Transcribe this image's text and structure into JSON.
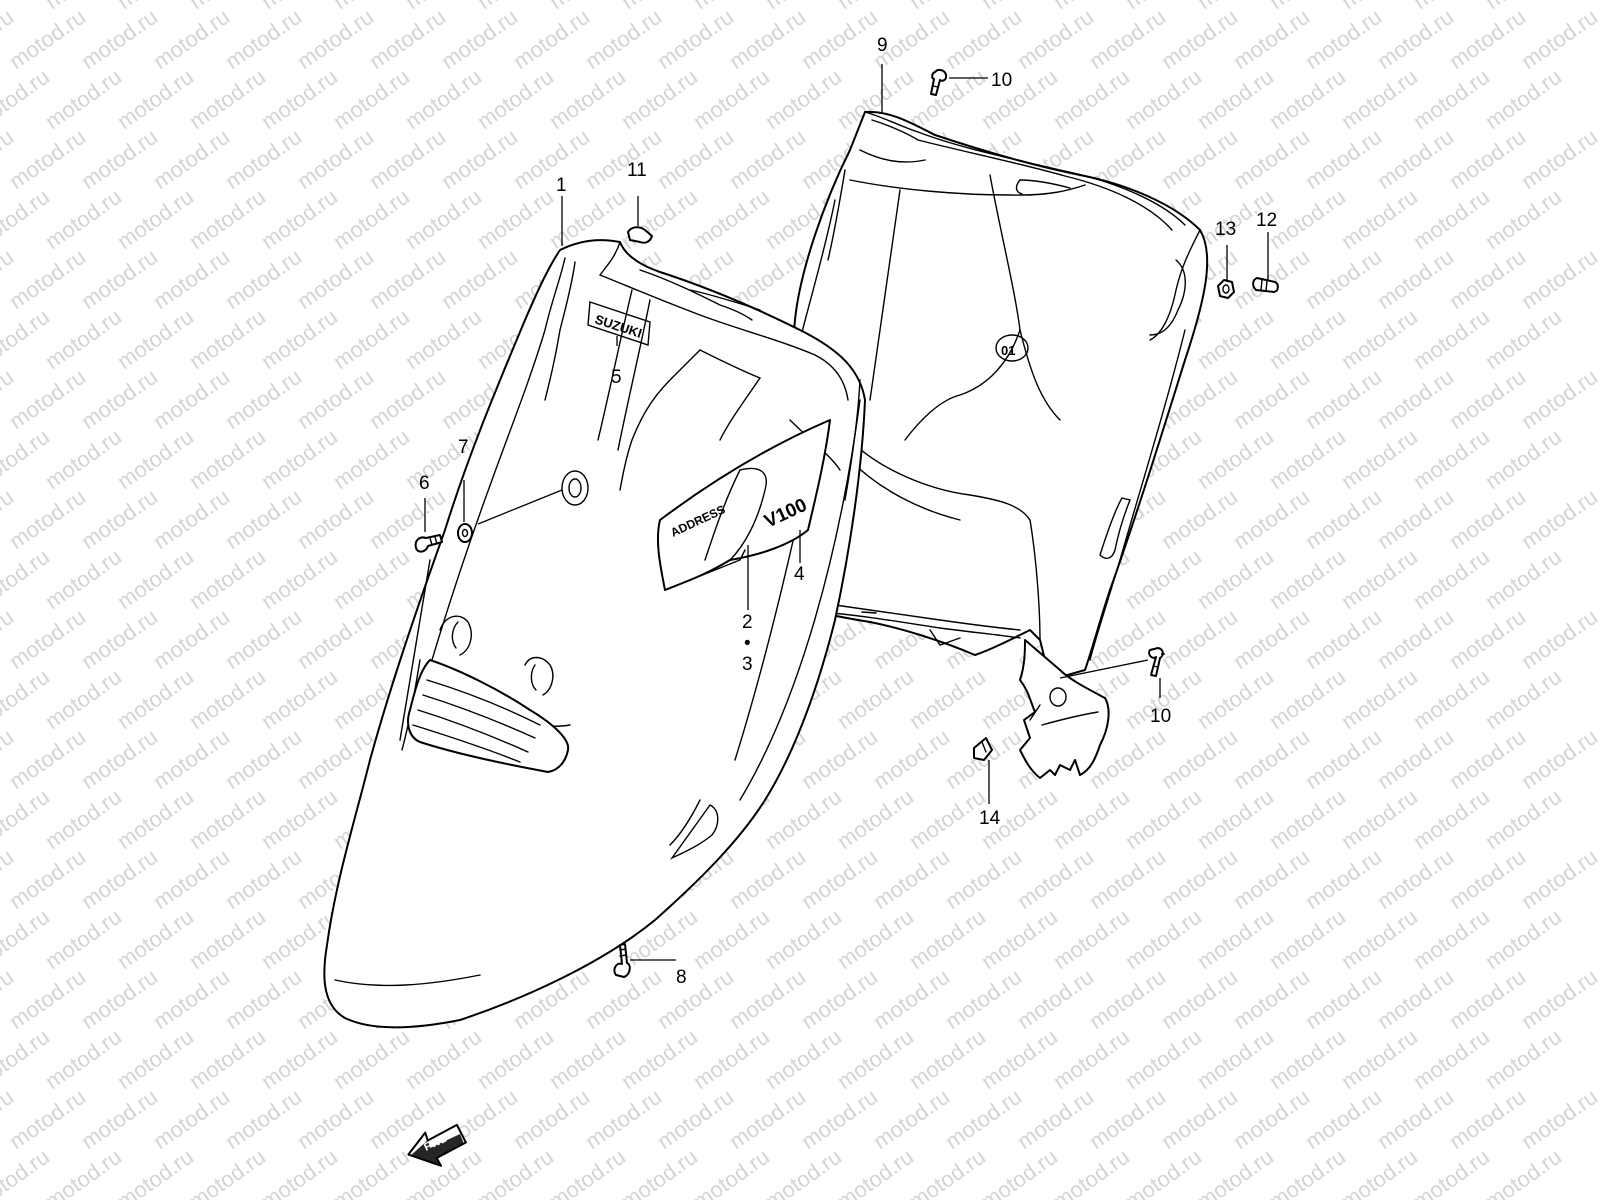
{
  "watermark": "motod.ru",
  "decals": {
    "brand": "SUZUKI",
    "model_script": "ADDRESS",
    "model_number": "V100",
    "inner_mark": "01"
  },
  "fwd_label": "FWD",
  "callouts": {
    "c1": "1",
    "c2": "2",
    "c_dot": "•",
    "c3": "3",
    "c4": "4",
    "c5": "5",
    "c6": "6",
    "c7": "7",
    "c8": "8",
    "c9": "9",
    "c10a": "10",
    "c10b": "10",
    "c11": "11",
    "c12": "12",
    "c13": "13",
    "c14": "14"
  }
}
